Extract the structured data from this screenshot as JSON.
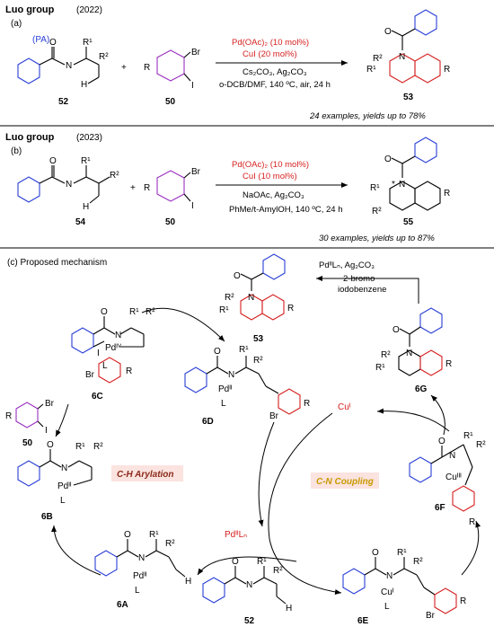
{
  "section_a": {
    "group": "Luo group",
    "year": "(2022)",
    "tag": "(a)",
    "pa_label": "(PA)",
    "substituents": {
      "r1": "R¹",
      "r2": "R²",
      "h": "H",
      "plus": "+",
      "br": "Br",
      "i": "I",
      "r": "R"
    },
    "reagent_cmpd": "52",
    "aryl_cmpd": "50",
    "cond_catalyst": "Pd(OAc)₂ (10 mol%)",
    "cond_cocatalyst": "CuI (20 mol%)",
    "cond_base": "Cs₂CO₃, Ag₂CO₃",
    "cond_solvent": "o-DCB/DMF, 140 ºC, air, 24 h",
    "product_cmpd": "53",
    "scope": "24 examples, yields up to 78%"
  },
  "section_b": {
    "group": "Luo group",
    "year": "(2023)",
    "tag": "(b)",
    "substituents": {
      "r1": "R¹",
      "r2": "R²",
      "h": "H",
      "plus": "+",
      "br": "Br",
      "i": "I",
      "r": "R",
      "star": "*"
    },
    "reagent_cmpd": "54",
    "aryl_cmpd": "50",
    "cond_catalyst": "Pd(OAc)₂ (10 mol%)",
    "cond_cocatalyst": "CuI (10 mol%)",
    "cond_base": "NaOAc, Ag₂CO₃",
    "cond_solvent": "PhMe/t-AmylOH, 140 ºC, 24 h",
    "product_cmpd": "55",
    "scope": "30 examples, yields up to 87%"
  },
  "section_c": {
    "title": "(c) Proposed mechanism",
    "top_reagent": "PdᴵᴵLₙ, Ag₂CO₃",
    "top_reagent_2": "2-bromo",
    "top_reagent_3": "iodobenzene",
    "cmpd_53": "53",
    "cmpd_6G": "6G",
    "cmpd_6C": "6C",
    "cmpd_6D": "6D",
    "cmpd_6B": "6B",
    "cmpd_6A": "6A",
    "cmpd_6E": "6E",
    "cmpd_6F": "6F",
    "cmpd_52": "52",
    "cmpd_50": "50",
    "cu_species": "Cuᴵ",
    "pd_species": "PdᴵᴵLₙ",
    "cycle_left": "C-H Arylation",
    "cycle_right": "C-N Coupling",
    "pd_iv": "Pdᴵⱽ",
    "pd_ii": "Pdᴵᴵ",
    "cu_i": "Cuᴵ",
    "cu_iii": "Cuᴵᴵᴵ",
    "atom_L": "L",
    "atom_I": "I",
    "atom_N": "N",
    "atom_O": "O",
    "atom_H": "H",
    "atom_Br": "Br",
    "atom_R": "R",
    "atom_R1": "R¹",
    "atom_R2": "R²"
  },
  "colors": {
    "red": "#d62020",
    "blue": "#2a3fd6",
    "purple": "#9b30c0",
    "brown": "#8b2a1a",
    "gold": "#c99a00",
    "label_bg": "#fbe3df"
  }
}
